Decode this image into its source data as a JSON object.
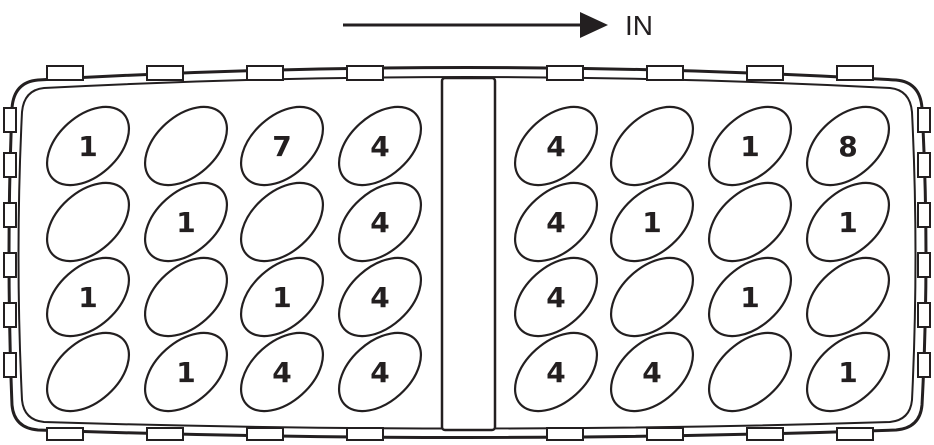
{
  "direction": {
    "label": "IN"
  },
  "colors": {
    "stroke": "#231f20",
    "background": "#ffffff"
  },
  "tray": {
    "left_block": {
      "columns": [
        [
          "1",
          "",
          "1",
          ""
        ],
        [
          "",
          "1",
          "",
          "1"
        ],
        [
          "7",
          "",
          "1",
          "4"
        ],
        [
          "4",
          "4",
          "4",
          "4"
        ]
      ]
    },
    "right_block": {
      "columns": [
        [
          "4",
          "4",
          "4",
          "4"
        ],
        [
          "",
          "1",
          "",
          "4"
        ],
        [
          "1",
          "",
          "1",
          ""
        ],
        [
          "8",
          "1",
          "",
          "1"
        ]
      ]
    }
  }
}
